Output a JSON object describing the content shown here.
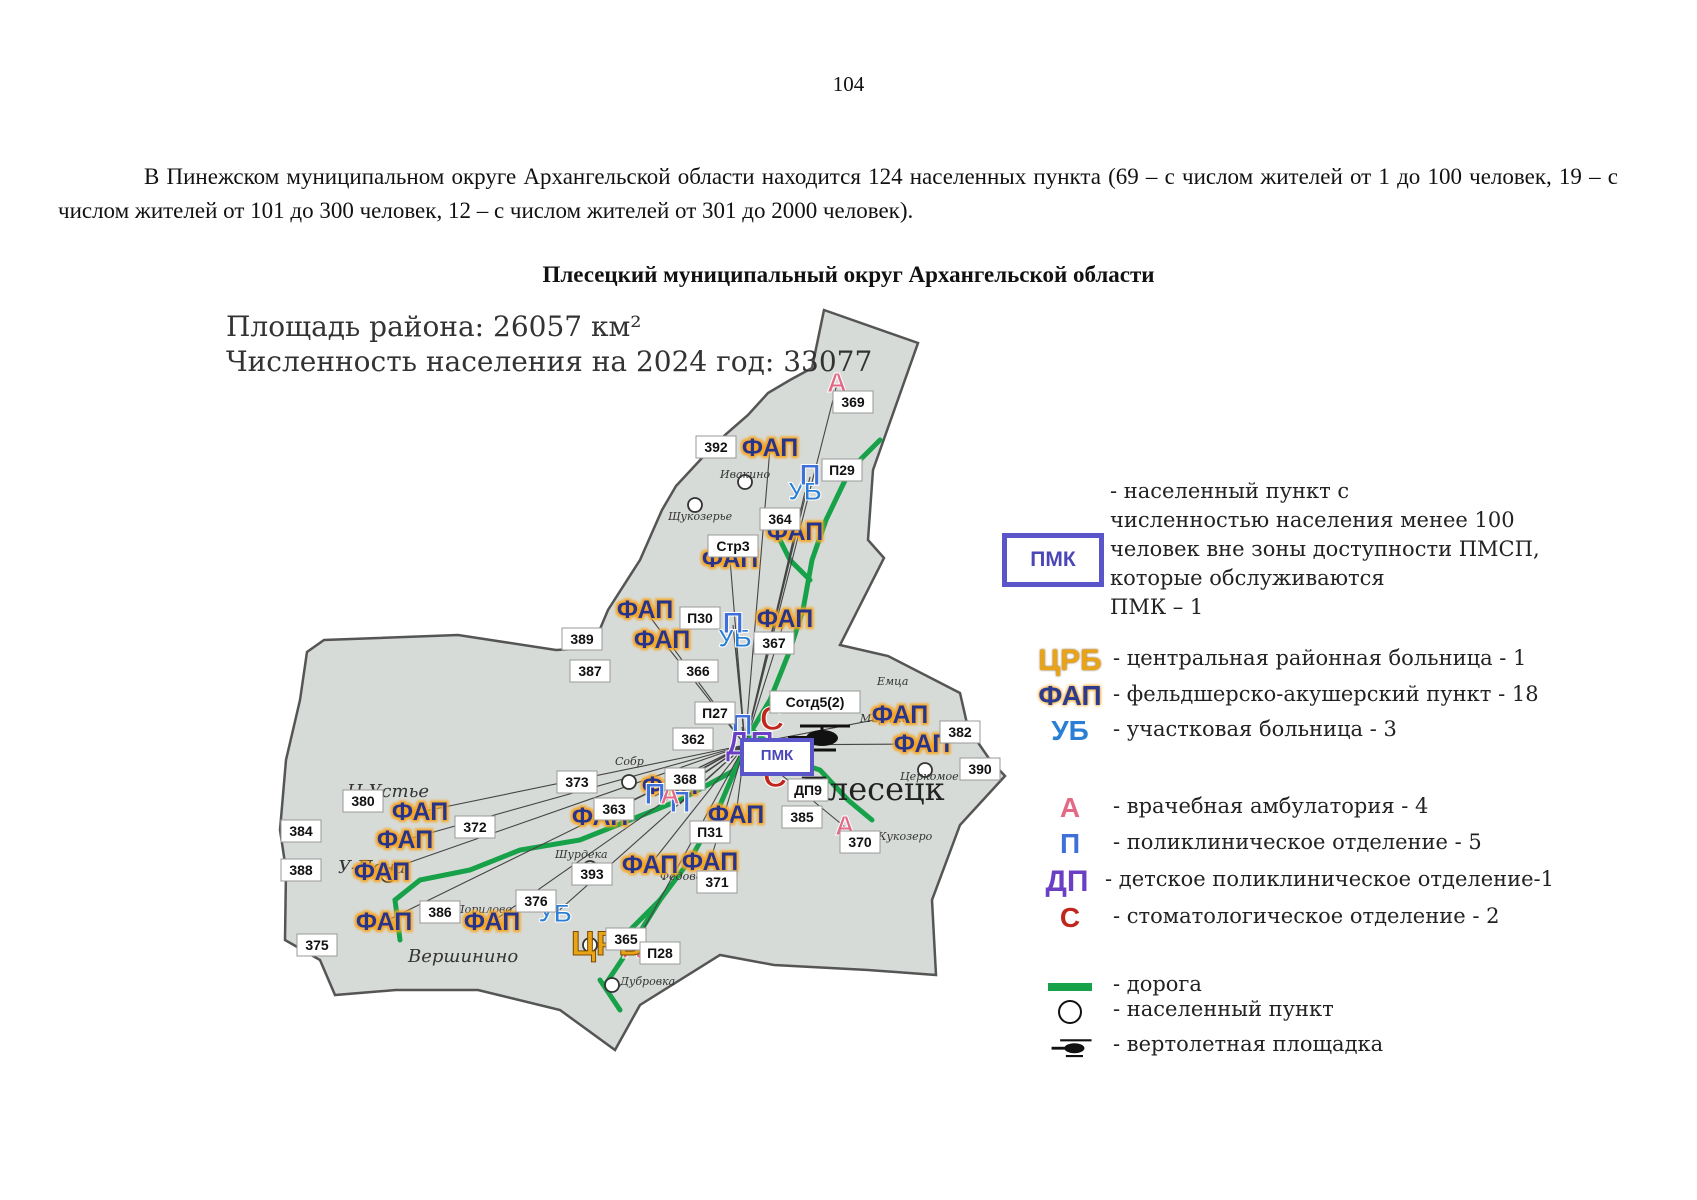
{
  "page_number": "104",
  "intro_text": "В Пинежском муниципальном округе Архангельской области находится 124 населенных пункта (69 – с числом жителей от 1 до 100 человек, 19 – с числом жителей от 101 до 300 человек, 12 – с числом жителей от 301 до 2000 человек).",
  "map_title": "Плесецкий муниципальный округ Архангельской области",
  "stats": {
    "area": "Площадь района: 26057 км²",
    "population": "Численность населения на 2024 год: 33077"
  },
  "center_town": "Плесецк",
  "map_symbols": [
    {
      "kind": "FAP",
      "text": "ФАП"
    },
    {
      "kind": "FAP",
      "text": "ФАП"
    },
    {
      "kind": "FAP",
      "text": "ФАП"
    },
    {
      "kind": "FAP",
      "text": "ФАП"
    },
    {
      "kind": "FAP",
      "text": "ФАП"
    },
    {
      "kind": "FAP",
      "text": "ФАП"
    },
    {
      "kind": "FAP",
      "text": "ФАП"
    },
    {
      "kind": "FAP",
      "text": "ФАП"
    },
    {
      "kind": "FAP",
      "text": "ФАП"
    },
    {
      "kind": "FAP",
      "text": "ФАП"
    },
    {
      "kind": "FAP",
      "text": "ФАП"
    },
    {
      "kind": "FAP",
      "text": "ФАП"
    },
    {
      "kind": "FAP",
      "text": "ФАП"
    },
    {
      "kind": "FAP",
      "text": "ФАП"
    },
    {
      "kind": "FAP",
      "text": "ФАП"
    },
    {
      "kind": "FAP",
      "text": "ФАП"
    },
    {
      "kind": "FAP",
      "text": "ФАП"
    },
    {
      "kind": "FAP",
      "text": "ФАП"
    },
    {
      "kind": "UB",
      "text": "УБ"
    },
    {
      "kind": "UB",
      "text": "УБ"
    },
    {
      "kind": "UB",
      "text": "УБ"
    },
    {
      "kind": "P",
      "text": "П"
    },
    {
      "kind": "P",
      "text": "П"
    },
    {
      "kind": "P",
      "text": "П"
    },
    {
      "kind": "P",
      "text": "П"
    },
    {
      "kind": "P",
      "text": "П"
    },
    {
      "kind": "A",
      "text": "А"
    },
    {
      "kind": "A",
      "text": "А"
    },
    {
      "kind": "A",
      "text": "А"
    },
    {
      "kind": "A",
      "text": "А"
    },
    {
      "kind": "CRB",
      "text": "ЦРБ"
    },
    {
      "kind": "DP",
      "text": "ДП"
    },
    {
      "kind": "S",
      "text": "С"
    },
    {
      "kind": "S",
      "text": "С"
    },
    {
      "kind": "PMK",
      "text": "ПМК"
    }
  ],
  "map_labels": [
    "369",
    "392",
    "П29",
    "364",
    "Стр3",
    "П30",
    "367",
    "389",
    "387",
    "366",
    "П27",
    "Сотд5(2)",
    "362",
    "382",
    "390",
    "373",
    "368",
    "363",
    "380",
    "372",
    "384",
    "388",
    "ДП9",
    "385",
    "П31",
    "370",
    "393",
    "371",
    "376",
    "386",
    "375",
    "365",
    "П28"
  ],
  "place_names": [
    "Ивакино",
    "Щукозерье",
    "Вершинино",
    "Собр",
    "Шурдека",
    "Федово",
    "Емца",
    "Мирный",
    "Церкомое",
    "Кукозеро",
    "Дубровка",
    "Н.Устье",
    "У-Поча",
    "Порилово"
  ],
  "legend": {
    "pmk_desc": [
      "- населенный пункт с",
      "численностью населения менее 100",
      "человек вне зоны доступности ПМСП,",
      "которые обслуживаются",
      "ПМК – 1"
    ],
    "pmk_symbol": "ПМК",
    "items": [
      {
        "symbol": "ЦРБ",
        "text": "- центральная районная больница - 1",
        "color": "#e8a317"
      },
      {
        "symbol": "ФАП",
        "text": "- фельдшерско-акушерский пункт - 18",
        "color": "#2c3b8f"
      },
      {
        "symbol": "УБ",
        "text": "- участковая больница - 3",
        "color": "#2a7fd4"
      },
      {
        "symbol": "А",
        "text": "- врачебная амбулатория - 4",
        "color": "#e36a86"
      },
      {
        "symbol": "П",
        "text": "- поликлиническое отделение  - 5",
        "color": "#3f6fd8"
      },
      {
        "symbol": "ДП",
        "text": "- детское поликлиническое отделение-1",
        "color": "#6a3fc4"
      },
      {
        "symbol": "С",
        "text": "- стоматологическое отделение - 2",
        "color": "#c0261c"
      }
    ],
    "road": "- дорога",
    "settlement": "- населенный пункт",
    "helipad": "- вертолетная площадка"
  },
  "colors": {
    "road": "#17a24a",
    "region_fill": "#d7dbd8",
    "region_border": "#555555",
    "fap": "#27358a",
    "fap_glow": "#f5a623"
  }
}
